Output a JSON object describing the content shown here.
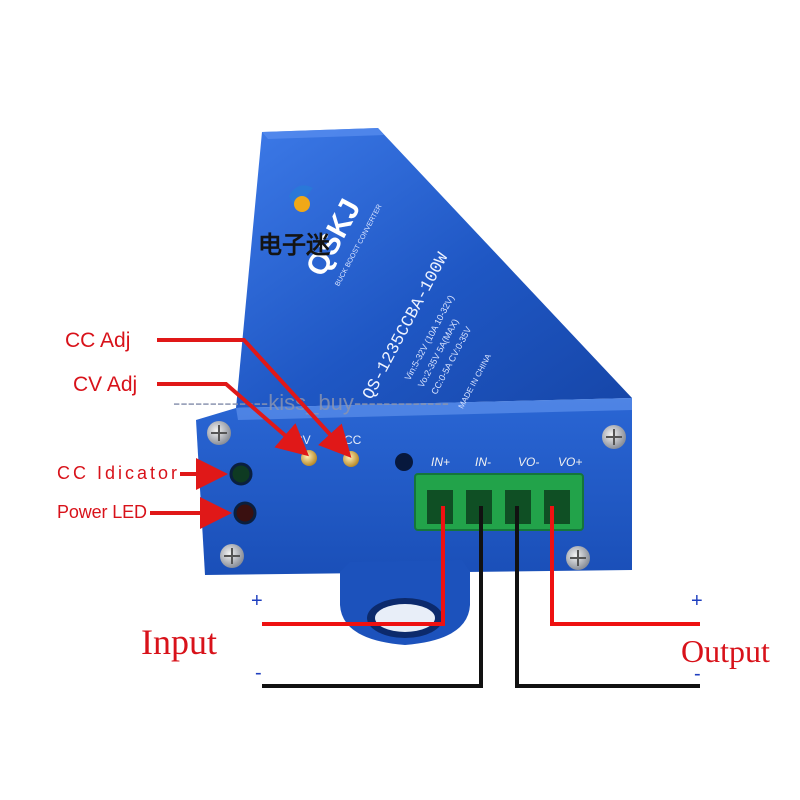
{
  "product": {
    "brand_mark": "电子迷",
    "logo_text": "QSKJ",
    "model": "QS-1235CCBA-100W",
    "spec_vin": "Vin:5-32V (10A 10-32V)",
    "spec_vo": "Vo:2-35V 5A(MAX)",
    "spec_cc": "CC:0-5A  CV:0-35V",
    "made_in": "MADE IN CHINA",
    "subtitle": "BUCK BOOST CONVERTER"
  },
  "front": {
    "cv_label": "CV",
    "cc_label": "CC"
  },
  "terminals": [
    "IN+",
    "IN-",
    "VO-",
    "VO+"
  ],
  "callouts": {
    "cc_adj": "CC Adj",
    "cv_adj": "CV Adj",
    "cc_indicator": "CC Idicator",
    "power_led": "Power LED"
  },
  "watermark": "-------------kiss_buy-------------",
  "wiring": {
    "input_label": "Input",
    "output_label": "Output",
    "plus": "+",
    "minus": "-"
  },
  "colors": {
    "case_blue": "#1f57c4",
    "arrow_red": "#e01818",
    "terminal_green": "#22a34a",
    "wire_red": "#ee1111",
    "wire_black": "#111111"
  }
}
